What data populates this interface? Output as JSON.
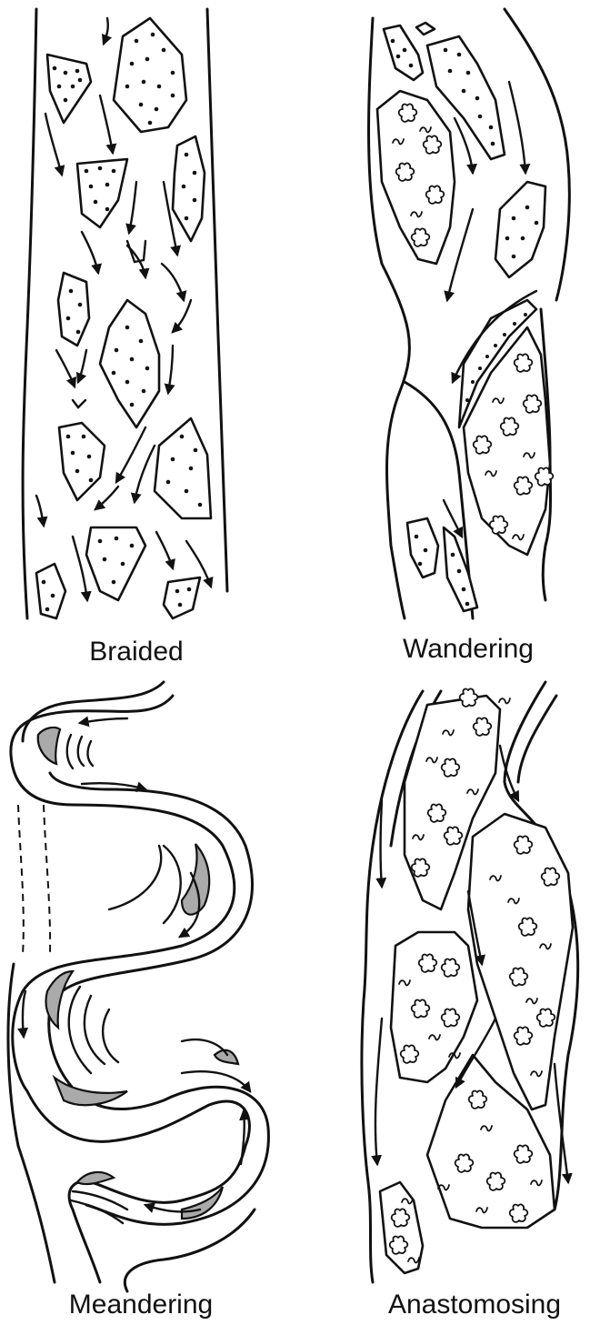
{
  "panels": [
    {
      "id": "braided",
      "label": "Braided"
    },
    {
      "id": "wandering",
      "label": "Wandering"
    },
    {
      "id": "meandering",
      "label": "Meandering"
    },
    {
      "id": "anastomosing",
      "label": "Anastomosing"
    }
  ]
}
